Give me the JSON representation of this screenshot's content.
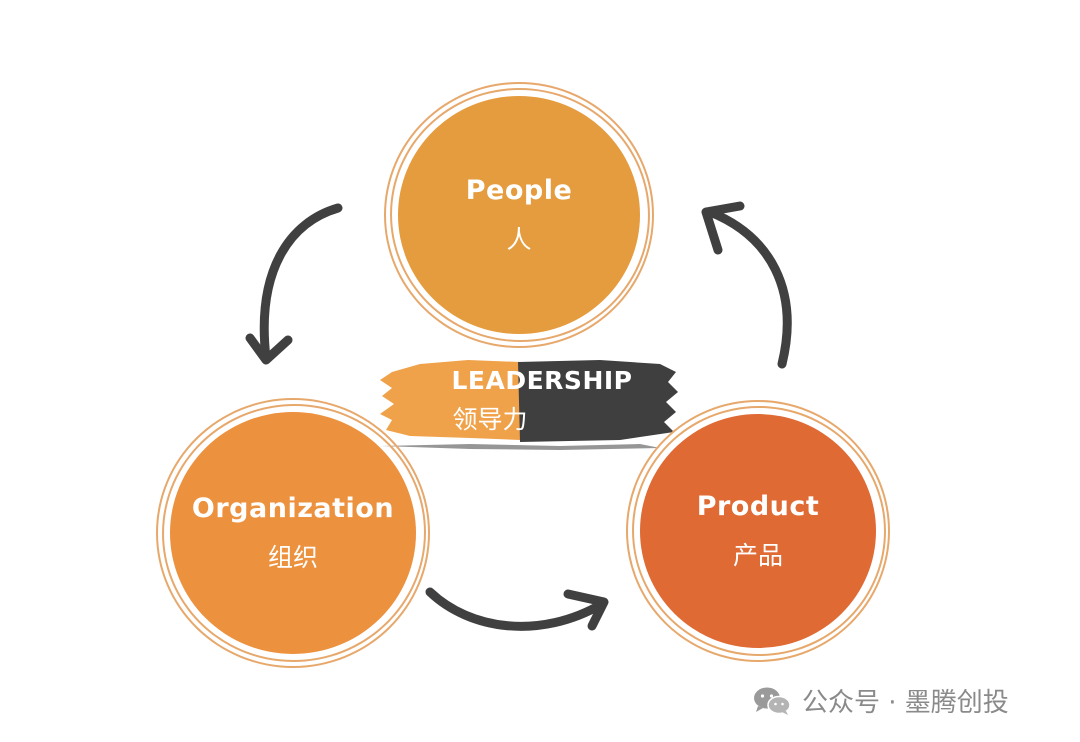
{
  "nodes": {
    "people": {
      "en": "People",
      "zh": "人",
      "color": "#e59c3e"
    },
    "organization": {
      "en": "Organization",
      "zh": "组织",
      "color": "#ec913e"
    },
    "product": {
      "en": "Product",
      "zh": "产品",
      "color": "#df6a34"
    }
  },
  "center": {
    "en": "LEADERSHIP",
    "zh": "领导力",
    "brush_colors": [
      "#f0a24a",
      "#3f3f3f"
    ]
  },
  "arrows": {
    "color": "#404040",
    "cycle": [
      "people",
      "organization",
      "product",
      "people"
    ]
  },
  "watermark": {
    "icon": "wechat-icon",
    "text": "公众号 · 墨腾创投"
  }
}
